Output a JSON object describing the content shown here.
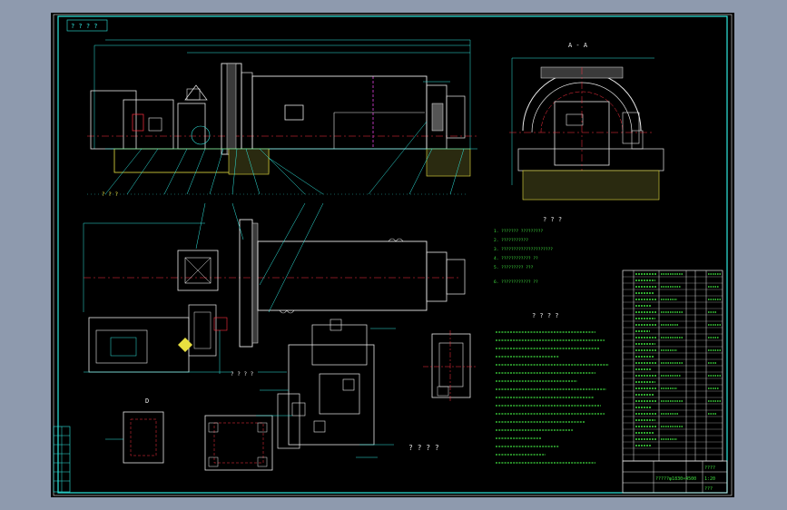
{
  "sheet": {
    "corner_label": "? ? ? ?",
    "main_title_label": "? ? ?",
    "notes_heading": "? ? ? ?",
    "secondary_heading": "? ? ? ?",
    "section_label": "A - A",
    "detail_label": "D"
  },
  "title_block": {
    "drawing_name": "?????φ1830×4500",
    "code": "????",
    "scale": "1:20",
    "sheet_no": "???"
  },
  "colors": {
    "background": "#000000",
    "frame": "#30e8e0",
    "outline": "#e8e8e8",
    "dimension": "#30e8e0",
    "centerline": "#ff3040",
    "hidden": "#e040e0",
    "foundation": "#e8e040",
    "text_green": "#40e040"
  },
  "annotations": {
    "motor_label": "? ? ?",
    "bearing_label": "? ? ? ?",
    "notes_lines": [
      "1. ???????  ?????????",
      "2. ???????????",
      "3. ?????????????????????",
      "4. ???????????? ??",
      "5. ?????????  ???",
      "6. ???????????? ??"
    ]
  }
}
